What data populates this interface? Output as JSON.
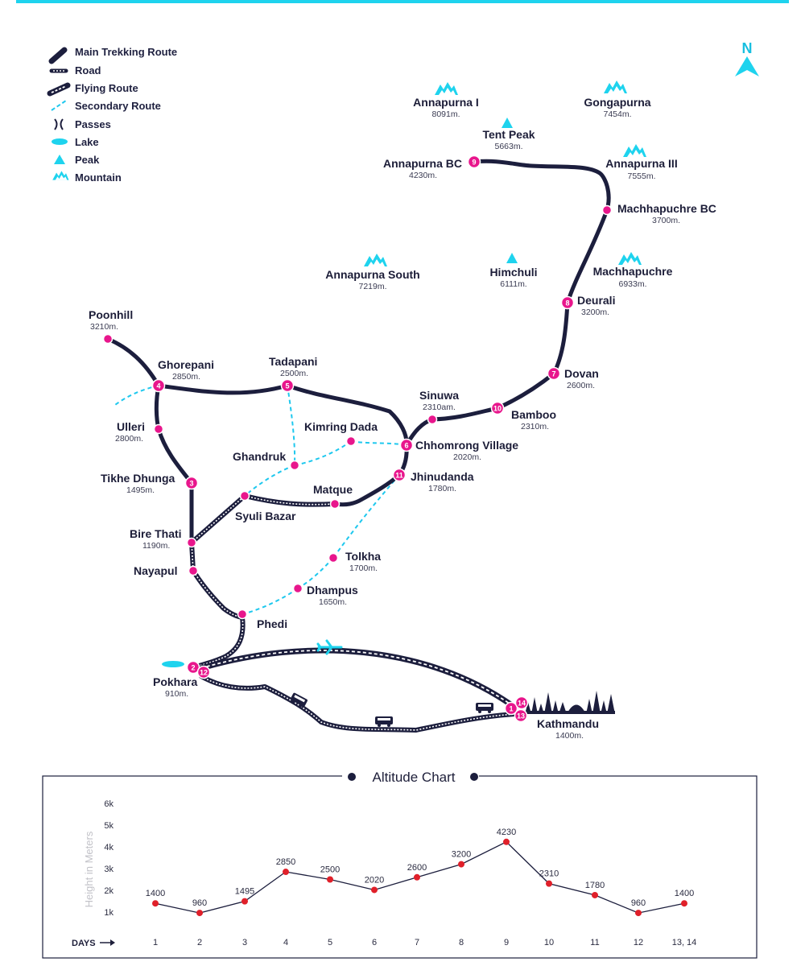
{
  "legend": {
    "items": [
      {
        "id": "main",
        "label": "Main Trekking Route"
      },
      {
        "id": "road",
        "label": "Road"
      },
      {
        "id": "flying",
        "label": "Flying Route"
      },
      {
        "id": "secondary",
        "label": "Secondary Route"
      },
      {
        "id": "passes",
        "label": "Passes"
      },
      {
        "id": "lake",
        "label": "Lake"
      },
      {
        "id": "peak",
        "label": "Peak"
      },
      {
        "id": "mountain",
        "label": "Mountain"
      }
    ]
  },
  "north_label": "N",
  "colors": {
    "route": "#1c1e3d",
    "stop": "#e8168c",
    "accent": "#1ed3ee",
    "chart_point": "#e0202a"
  },
  "mountains": [
    {
      "name": "Annapurna I",
      "alt": "8091m.",
      "icon": "mountain-icon"
    },
    {
      "name": "Gongapurna",
      "alt": "7454m.",
      "icon": "mountain-icon"
    },
    {
      "name": "Tent Peak",
      "alt": "5663m.",
      "icon": "peak-icon"
    },
    {
      "name": "Annapurna III",
      "alt": "7555m.",
      "icon": "mountain-icon"
    },
    {
      "name": "Annapurna South",
      "alt": "7219m.",
      "icon": "mountain-icon"
    },
    {
      "name": "Himchuli",
      "alt": "6111m.",
      "icon": "peak-icon"
    },
    {
      "name": "Machhapuchre",
      "alt": "6933m.",
      "icon": "mountain-icon"
    }
  ],
  "places": {
    "poonhill": {
      "name": "Poonhill",
      "alt": "3210m."
    },
    "ghorepani": {
      "name": "Ghorepani",
      "alt": "2850m.",
      "day": "4"
    },
    "tadapani": {
      "name": "Tadapani",
      "alt": "2500m.",
      "day": "5"
    },
    "ulleri": {
      "name": "Ulleri",
      "alt": "2800m."
    },
    "tikhe": {
      "name": "Tikhe Dhunga",
      "alt": "1495m.",
      "day": "3"
    },
    "bire": {
      "name": "Bire Thati",
      "alt": "1190m."
    },
    "nayapul": {
      "name": "Nayapul"
    },
    "phedi": {
      "name": "Phedi"
    },
    "syuli": {
      "name": "Syuli Bazar"
    },
    "ghandruk": {
      "name": "Ghandruk"
    },
    "kimring": {
      "name": "Kimring Dada"
    },
    "matque": {
      "name": "Matque"
    },
    "chhomrong": {
      "name": "Chhomrong Village",
      "alt": "2020m.",
      "day": "6"
    },
    "jhinudanda": {
      "name": "Jhinudanda",
      "alt": "1780m.",
      "day": "11"
    },
    "sinuwa": {
      "name": "Sinuwa",
      "alt": "2310am."
    },
    "bamboo": {
      "name": "Bamboo",
      "alt": "2310m.",
      "day": "10"
    },
    "dovan": {
      "name": "Dovan",
      "alt": "2600m.",
      "day": "7"
    },
    "deurali": {
      "name": "Deurali",
      "alt": "3200m.",
      "day": "8"
    },
    "mbc": {
      "name": "Machhapuchre BC",
      "alt": "3700m."
    },
    "abc": {
      "name": "Annapurna BC",
      "alt": "4230m.",
      "day": "9"
    },
    "tolkha": {
      "name": "Tolkha",
      "alt": "1700m."
    },
    "dhampus": {
      "name": "Dhampus",
      "alt": "1650m."
    },
    "pokhara": {
      "name": "Pokhara",
      "alt": "910m.",
      "day_a": "2",
      "day_b": "12"
    },
    "kathmandu": {
      "name": "Kathmandu",
      "alt": "1400m.",
      "day_a": "1",
      "day_b": "14",
      "day_c": "13"
    }
  },
  "altitude_chart": {
    "title": "Altitude Chart",
    "ylabel": "Height in Meters",
    "xlabel": "DAYS",
    "y_ticks": [
      "1k",
      "2k",
      "3k",
      "4k",
      "5k",
      "6k"
    ]
  },
  "chart_data": {
    "type": "line",
    "title": "Altitude Chart",
    "xlabel": "DAYS",
    "ylabel": "Height in Meters",
    "categories": [
      "1",
      "2",
      "3",
      "4",
      "5",
      "6",
      "7",
      "8",
      "9",
      "10",
      "11",
      "12",
      "13, 14"
    ],
    "values": [
      1400,
      960,
      1495,
      2850,
      2500,
      2020,
      2600,
      3200,
      4230,
      2310,
      1780,
      960,
      1400
    ],
    "data_labels": [
      "1400",
      "960",
      "1495",
      "2850",
      "2500",
      "2020",
      "2600",
      "3200",
      "4230",
      "2310",
      "1780",
      "960",
      "1400"
    ],
    "ylim": [
      0,
      6000
    ],
    "grid": false,
    "legend": "none"
  }
}
